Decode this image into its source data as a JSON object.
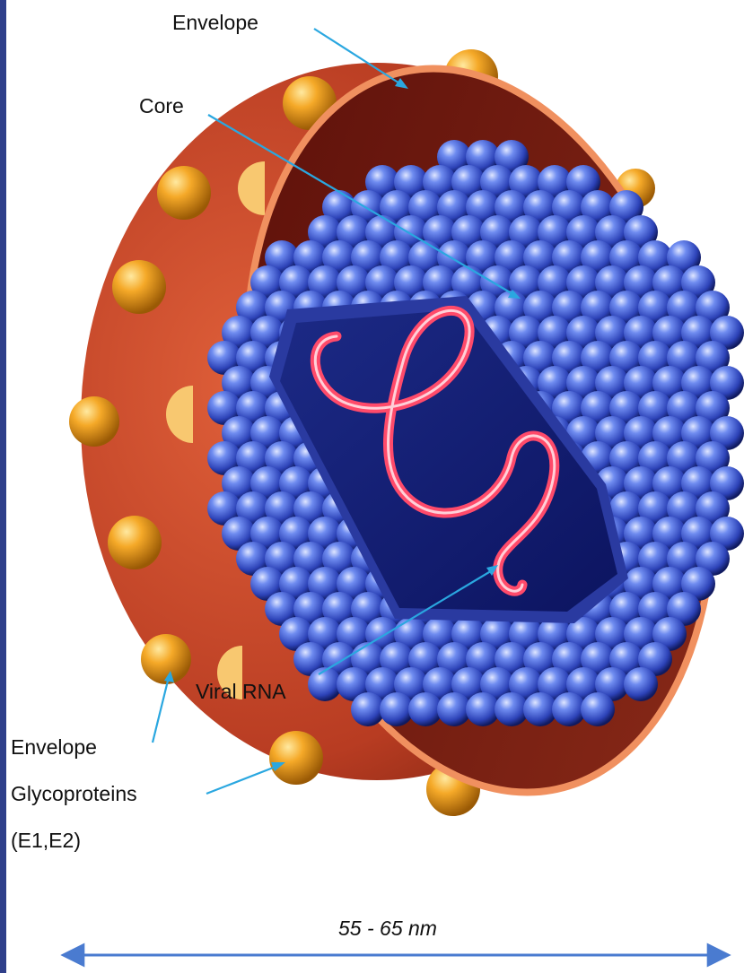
{
  "labels": {
    "envelope": "Envelope",
    "core": "Core",
    "glycoprotein_line1": "Envelope",
    "glycoprotein_line2": "Glycoproteins",
    "glycoprotein_line3": "(E1,E2)",
    "viral_rna": "Viral RNA"
  },
  "scale_bar": {
    "text": "55 - 65 nm"
  },
  "colors": {
    "envelope": "#c74a2e",
    "envelope_rim": "#f0905f",
    "interior": "#7a1a10",
    "capsid": "#3a5ad0",
    "glycoprotein": "#f0a020",
    "rna": "#ff5070",
    "leader": "#2aa7e0",
    "scale": "#4a7bd0",
    "side_bar": "#2f3f8a"
  }
}
